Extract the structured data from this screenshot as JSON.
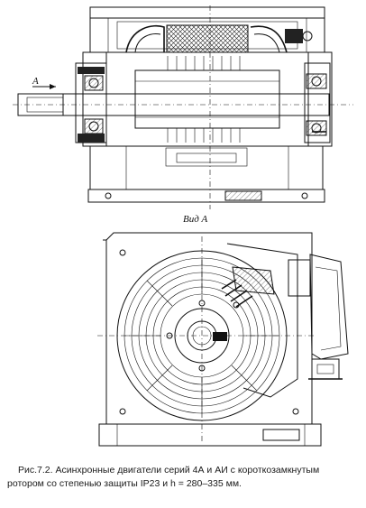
{
  "labels": {
    "arrow_a": "A",
    "view_a": "Вид А"
  },
  "caption": {
    "line1": "Рис.7.2. Асинхронные двигатели серий 4А и АИ с короткозамкнутым",
    "line2": "ротором со степенью защиты IP23 и h = 280–335 мм."
  }
}
